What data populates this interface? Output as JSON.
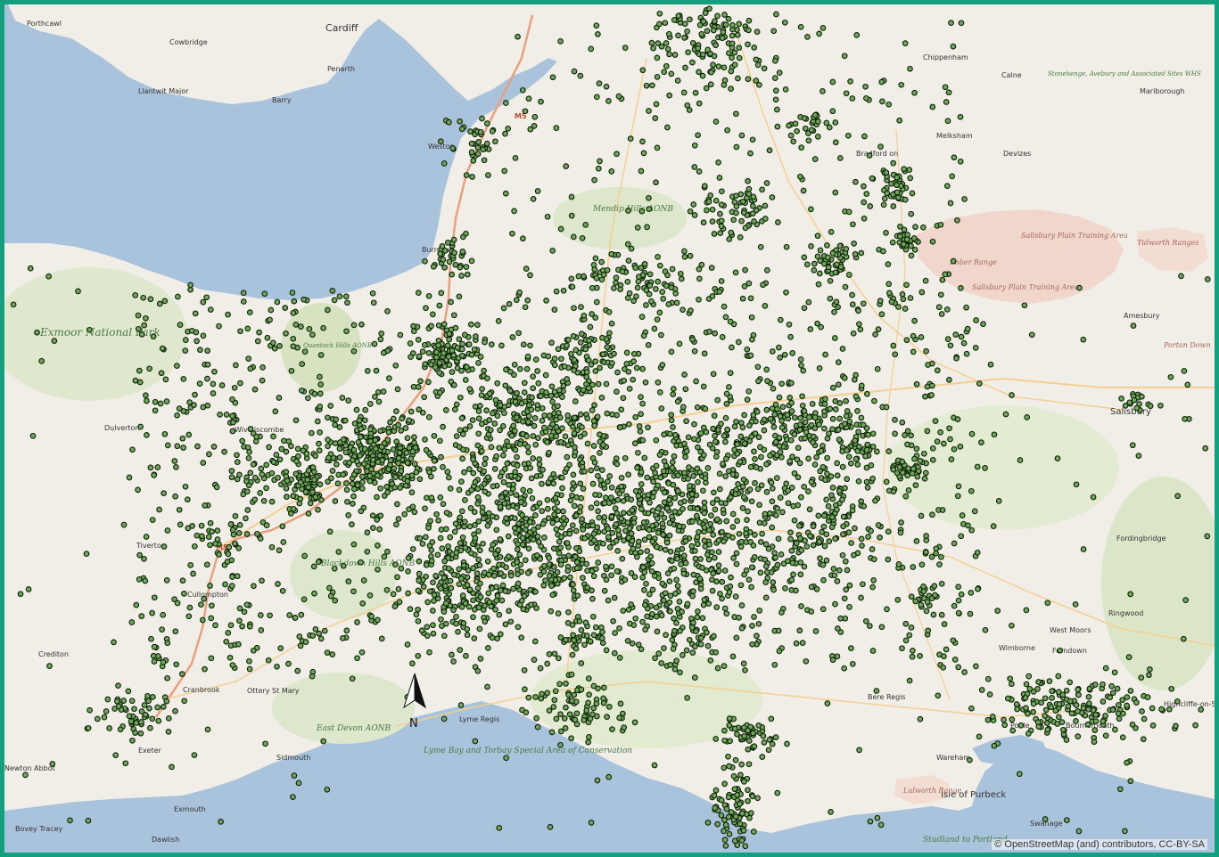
{
  "map": {
    "attribution": "© OpenStreetMap (and) contributors, CC-BY-SA",
    "north_label": "N",
    "colors": {
      "sea": "#aac3dc",
      "land": "#f1eee7",
      "park": "#d8e4c4",
      "military": "#f1d7cb",
      "motorway": "#e8a07e",
      "road": "#f4cf92",
      "point_fill": "#6fa85a",
      "point_stroke": "#0f1f0a",
      "frame": "#13a07e"
    },
    "places": [
      {
        "id": "porthcawl",
        "text": "Porthcawl"
      },
      {
        "id": "cowbridge",
        "text": "Cowbridge"
      },
      {
        "id": "cardiff",
        "text": "Cardiff"
      },
      {
        "id": "penarth",
        "text": "Penarth"
      },
      {
        "id": "llantwit",
        "text": "Llantwit Major"
      },
      {
        "id": "barry",
        "text": "Barry"
      },
      {
        "id": "weston",
        "text": "Weston"
      },
      {
        "id": "burnham",
        "text": "Burnham"
      },
      {
        "id": "melksham",
        "text": "Melksham"
      },
      {
        "id": "devizes",
        "text": "Devizes"
      },
      {
        "id": "marlborough",
        "text": "Marlborough"
      },
      {
        "id": "calne",
        "text": "Calne"
      },
      {
        "id": "chippenham",
        "text": "Chippenham"
      },
      {
        "id": "bradford",
        "text": "Bradford on"
      },
      {
        "id": "dulverton",
        "text": "Dulverton"
      },
      {
        "id": "wiveliscombe",
        "text": "Wiveliscombe"
      },
      {
        "id": "tiverton",
        "text": "Tiverton"
      },
      {
        "id": "cullompton",
        "text": "Cullompton"
      },
      {
        "id": "crediton",
        "text": "Crediton"
      },
      {
        "id": "cranbrook",
        "text": "Cranbrook"
      },
      {
        "id": "ottery",
        "text": "Ottery St Mary"
      },
      {
        "id": "exmouth",
        "text": "Exmouth"
      },
      {
        "id": "sidmouth",
        "text": "Sidmouth"
      },
      {
        "id": "lyme",
        "text": "Lyme Regis"
      },
      {
        "id": "bere",
        "text": "Bere Regis"
      },
      {
        "id": "wareham",
        "text": "Wareham"
      },
      {
        "id": "salisbury",
        "text": "Salisbury"
      },
      {
        "id": "amesbury",
        "text": "Amesbury"
      },
      {
        "id": "fordingbridge",
        "text": "Fordingbridge"
      },
      {
        "id": "ringwood",
        "text": "Ringwood"
      },
      {
        "id": "westmoors",
        "text": "West Moors"
      },
      {
        "id": "wimborne",
        "text": "Wimborne"
      },
      {
        "id": "ferndown",
        "text": "Ferndown"
      },
      {
        "id": "highcliffe",
        "text": "Highcliffe-on-Sea"
      },
      {
        "id": "bournemouth",
        "text": "Bournemouth"
      },
      {
        "id": "poole",
        "text": "Poole"
      },
      {
        "id": "swanage",
        "text": "Swanage"
      },
      {
        "id": "isle_purbeck",
        "text": "Isle of Purbeck"
      },
      {
        "id": "exeter",
        "text": "Exeter"
      },
      {
        "id": "bovey",
        "text": "Bovey Tracey"
      },
      {
        "id": "dawlish",
        "text": "Dawlish"
      },
      {
        "id": "newton",
        "text": "Newton Abbot"
      },
      {
        "id": "stonehenge",
        "text": "Stonehenge, Avebury and Associated Sites WHS"
      },
      {
        "id": "mendip",
        "text": "Mendip Hills AONB"
      },
      {
        "id": "quantock",
        "text": "Quantock Hills AONB"
      },
      {
        "id": "blackdown",
        "text": "Blackdown Hills AONB"
      },
      {
        "id": "eastdevon",
        "text": "East Devon AONB"
      },
      {
        "id": "exmoor",
        "text": "Exmoor National Park"
      },
      {
        "id": "lyme_bay",
        "text": "Lyme Bay and Torbay Special Area of Conservation"
      },
      {
        "id": "studland",
        "text": "Studland to Portland"
      },
      {
        "id": "imber",
        "text": "Imber Range"
      },
      {
        "id": "spta",
        "text": "Salisbury Plain Training Area"
      },
      {
        "id": "spta2",
        "text": "Salisbury Plain Training Area"
      },
      {
        "id": "tidworth",
        "text": "Tidworth Ranges"
      },
      {
        "id": "lulworth",
        "text": "Lulworth Range"
      },
      {
        "id": "portondown",
        "text": "Porton Down"
      },
      {
        "id": "m5a",
        "text": "M5"
      },
      {
        "id": "m5b",
        "text": "M5"
      }
    ]
  }
}
